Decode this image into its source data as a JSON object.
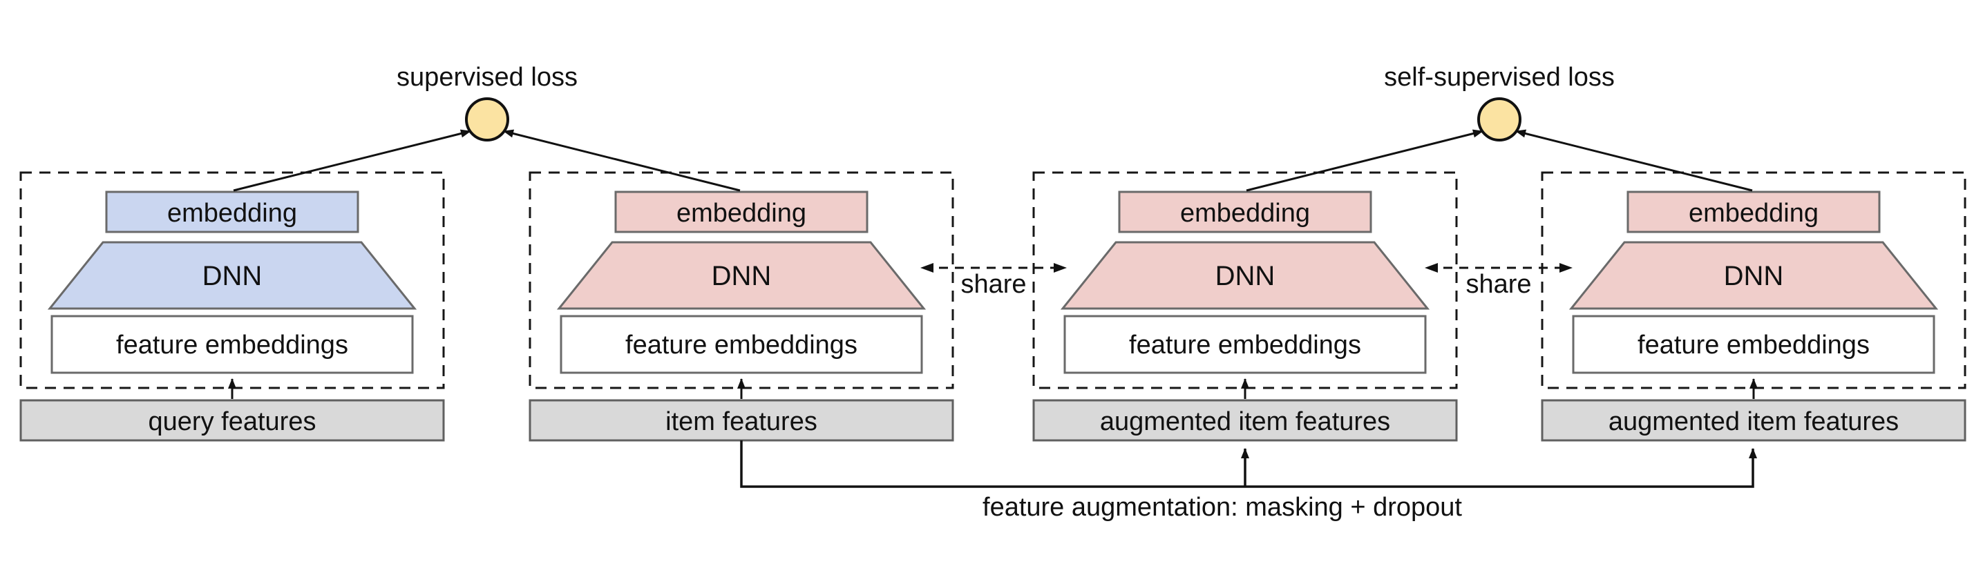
{
  "figure": {
    "losses": [
      {
        "label": "supervised loss"
      },
      {
        "label": "self-supervised loss"
      }
    ],
    "towers": [
      {
        "embedding_label": "embedding",
        "dnn_label": "DNN",
        "features_label": "feature embeddings",
        "input_label": "query features"
      },
      {
        "embedding_label": "embedding",
        "dnn_label": "DNN",
        "features_label": "feature embeddings",
        "input_label": "item features"
      },
      {
        "embedding_label": "embedding",
        "dnn_label": "DNN",
        "features_label": "feature embeddings",
        "input_label": "augmented item features"
      },
      {
        "embedding_label": "embedding",
        "dnn_label": "DNN",
        "features_label": "feature embeddings",
        "input_label": "augmented item features"
      }
    ],
    "share_links": [
      {
        "label": "share"
      },
      {
        "label": "share"
      }
    ],
    "augmentation_label": "feature augmentation: masking + dropout",
    "colors": {
      "query_tower_fill": "#cad6f0",
      "item_tower_fill": "#f0cecb",
      "loss_node_fill": "#fbe3a2",
      "input_bar_fill": "#d9d9d9",
      "box_stroke": "#6a6a6a",
      "line_color": "#111111"
    }
  }
}
